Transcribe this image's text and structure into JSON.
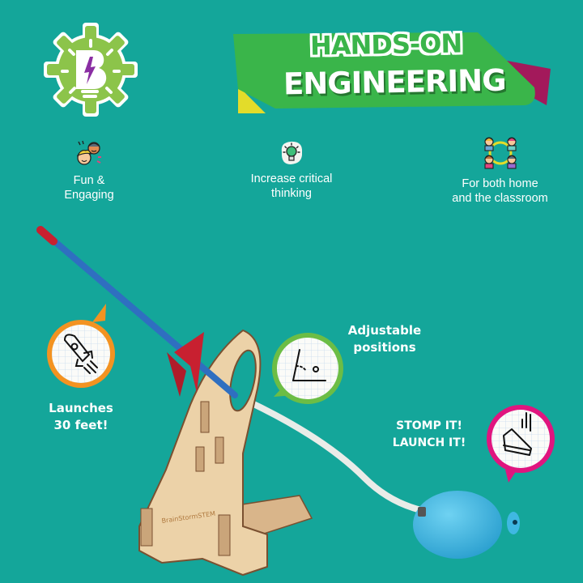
{
  "brand": {
    "logo_icon": "gear-lightbulb-b-logo",
    "colors": {
      "background": "#14a69a",
      "logo_green": "#8cc44a",
      "bolt_purple": "#8a2ea3",
      "banner_green": "#3ab54a",
      "banner_yellow": "#e3dc2a",
      "banner_magenta": "#a3195b",
      "callout_orange": "#f39321",
      "callout_green": "#6cbd45",
      "callout_pink": "#e0157f"
    }
  },
  "banner": {
    "line1": "HANDS-ON",
    "line2": "ENGINEERING"
  },
  "features": [
    {
      "icon": "happy-kids-icon",
      "line1": "Fun &",
      "line2": "Engaging"
    },
    {
      "icon": "lightbulb-icon",
      "line1": "Increase critical",
      "line2": "thinking"
    },
    {
      "icon": "group-circle-icon",
      "line1": "For both home",
      "line2": "and the classroom"
    }
  ],
  "callouts": [
    {
      "icon": "rocket-icon",
      "line1": "Launches",
      "line2": "30 feet!"
    },
    {
      "icon": "angle-icon",
      "line1": "Adjustable",
      "line2": "positions"
    },
    {
      "icon": "stomping-shoe-icon",
      "line1": "STOMP IT!",
      "line2": "LAUNCH IT!"
    }
  ],
  "product": {
    "engraving": "BrainStormSTEM",
    "parts": [
      "foam-rocket",
      "wooden-launcher-stand",
      "air-tube",
      "stomp-bulb"
    ]
  }
}
